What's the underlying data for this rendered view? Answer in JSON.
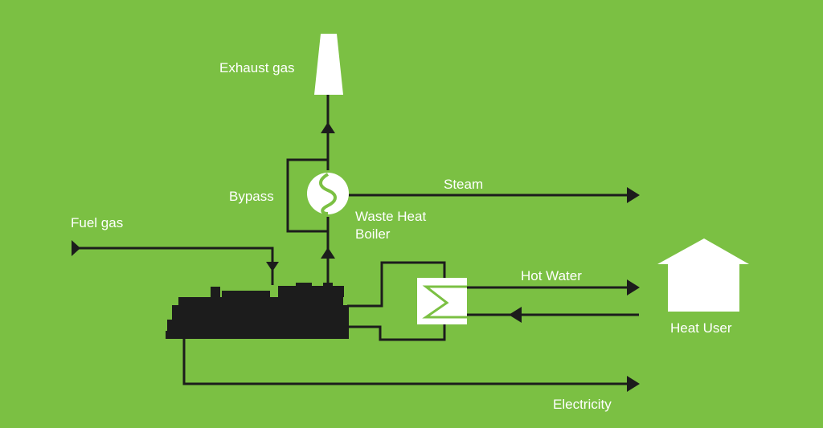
{
  "colors": {
    "background": "#7bc043",
    "line": "#1c1c1c",
    "white": "#ffffff",
    "accent": "#7bc043"
  },
  "labels": {
    "exhaust_gas": "Exhaust gas",
    "bypass": "Bypass",
    "steam": "Steam",
    "waste_heat_boiler": [
      "Waste Heat",
      "Boiler"
    ],
    "fuel_gas": "Fuel gas",
    "hot_water": "Hot Water",
    "heat_user": "Heat User",
    "electricity": "Electricity"
  },
  "icons": {
    "exhaust": "chimney-icon",
    "boiler": "waste-heat-boiler-icon",
    "exchanger": "heat-exchanger-icon",
    "engine": "gas-engine-icon",
    "house": "house-icon"
  }
}
